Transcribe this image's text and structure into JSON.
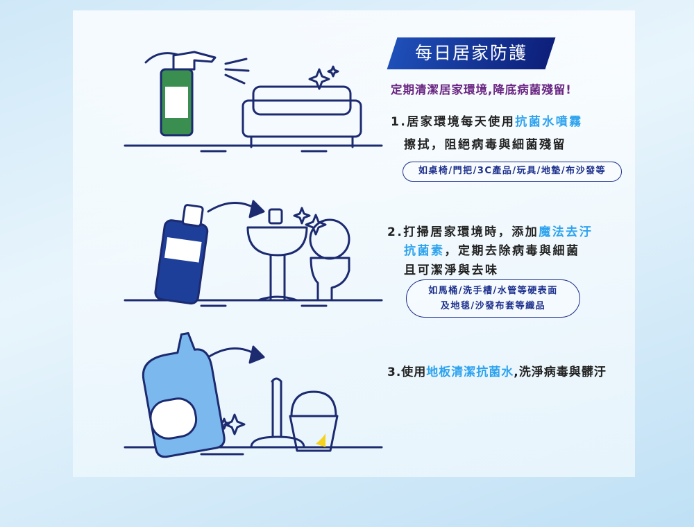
{
  "banner": {
    "title": "每日居家防護"
  },
  "subtitle": "定期清潔居家環境,降底病菌殘留!",
  "items": [
    {
      "number": "1.",
      "line1_pre": "居家環境每天使用",
      "line1_highlight": "抗菌水噴霧",
      "line2": "擦拭，阻絕病毒與細菌殘留",
      "examples": [
        "如桌椅/門把/3C產品/玩具/地墊/布沙發等"
      ]
    },
    {
      "number": "2.",
      "line1_pre": "打掃居家環境時，添加",
      "line1_highlight": "魔法去汙",
      "line2_highlight": "抗菌素",
      "line2_post": "，定期去除病毒與細菌",
      "line3": "且可潔淨與去味",
      "examples": [
        "如馬桶/洗手槽/水管等硬表面",
        "及地毯/沙發布套等織品"
      ]
    },
    {
      "number": "3.",
      "line1_pre": "使用",
      "line1_highlight": "地板清潔抗菌水",
      "line1_post": ",洗淨病毒與髒汙"
    }
  ],
  "illustrations": [
    "spray-bottle-sofa",
    "detergent-sink-toilet",
    "floor-cleaner-mop-bucket"
  ],
  "colors": {
    "banner": "#0d1f7a",
    "subtitle": "#6a2682",
    "highlight": "#2ea3ee",
    "outline": "#1c2f8c"
  }
}
